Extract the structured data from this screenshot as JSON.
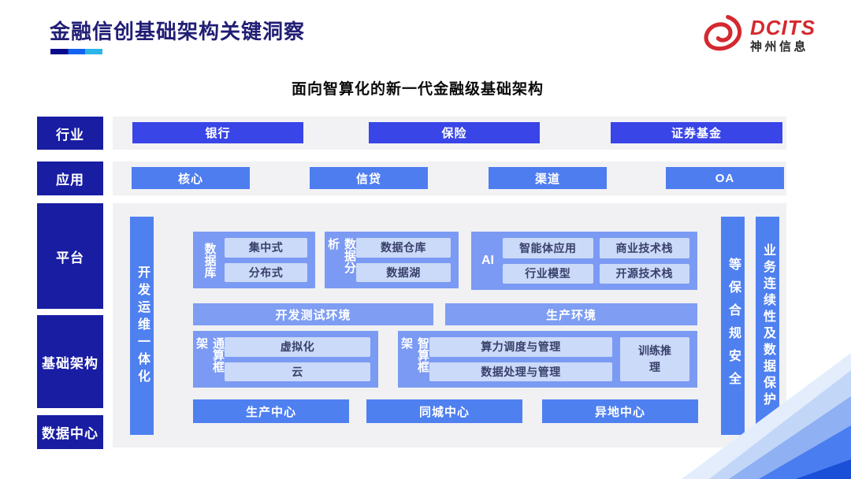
{
  "header": {
    "title": "金融信创基础架构关键洞察",
    "logo_brand": "DCITS",
    "logo_company": "神州信息"
  },
  "diagram": {
    "title": "面向智算化的新一代金融级基础架构",
    "rows": {
      "industry_label": "行业",
      "application_label": "应用",
      "platform_label": "平台",
      "infrastructure_label": "基础架构",
      "datacenter_label": "数据中心"
    },
    "industry": [
      "银行",
      "保险",
      "证券基金"
    ],
    "application": [
      "核心",
      "信贷",
      "渠道",
      "OA"
    ],
    "devops_bar": "开发运维一体化",
    "database": {
      "label": "数据库",
      "items": [
        "集中式",
        "分布式"
      ]
    },
    "analytics": {
      "label": "数据分析",
      "items": [
        "数据仓库",
        "数据湖"
      ]
    },
    "ai": {
      "label": "AI",
      "items": [
        "智能体应用",
        "商业技术栈",
        "行业模型",
        "开源技术栈"
      ]
    },
    "environments": [
      "开发测试环境",
      "生产环境"
    ],
    "general_compute": {
      "label": "通算框架",
      "items": [
        "虚拟化",
        "云"
      ]
    },
    "intelligent_compute": {
      "label": "智算框架",
      "items": [
        "算力调度与管理",
        "数据处理与管理"
      ],
      "side_box": "训练推理"
    },
    "centers": [
      "生产中心",
      "同城中心",
      "异地中心"
    ],
    "security_bar": "等保合规安全",
    "continuity_bar": "业务连续性及数据保护"
  },
  "colors": {
    "title_navy": "#211E75",
    "sidebar_navy": "#181DA2",
    "industry_blue": "#3945E6",
    "application_blue": "#4E7DF0",
    "bright_blue": "#4F80F0",
    "container_blue": "#7B9AF3",
    "inner_light_blue": "#CBDAF8",
    "panel_gray": "#F1F1F3",
    "brand_red": "#D4292F",
    "accent_cyan": "#2CB5E8"
  }
}
